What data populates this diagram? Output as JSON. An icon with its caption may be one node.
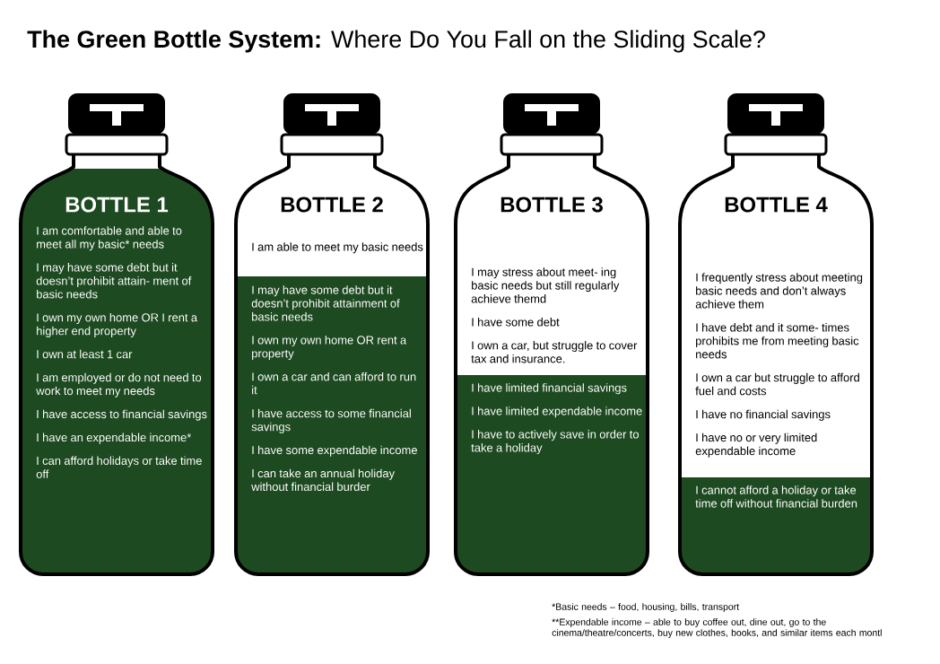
{
  "diagram": {
    "title": "**The Green Bottle System:** Where Do You Fall on the Sliding Scale?",
    "nodes": [
      {
        "text": [
          "BOTTLE 1",
          "I am comfortable and able to meet all my basic* needs",
          "I may have some debt but it doesn’t prohibit attain- ment of basic needs",
          "I own my own home OR I rent a higher end property",
          "I own at least 1 car",
          "I am employed or do not need to work to meet my needs",
          "I have access to financial savings",
          "I have an expendable income*",
          "I can afford holidays or take time off"
        ]
      },
      {
        "text": [
          "BOTTLE 2",
          "I am able to meet my basic needs",
          "I may have some debt but it doesn’t prohibit attainment of basic needs",
          "I own my own home OR rent a property",
          "I own a car and can afford to run it",
          "I have access to some financial savings",
          "I have some expendable income",
          "I can take an annual holiday without financial burder"
        ]
      },
      {
        "text": [
          "BOTTLE 3",
          "I may stress about meet- ing basic needs but still regularly achieve themd",
          "I have some debt",
          "I own a car, but struggle to cover tax and insurance.",
          "I have limited financial savings",
          "I have limited expendable income",
          "I have to actively save in order to take a holiday"
        ]
      },
      {
        "text": [
          "BOTTLE 4",
          "I frequently stress about meeting basic needs and don’t always achieve them",
          "I have debt and it some- times prohibits me from meeting basic needs",
          "I own a car but struggle to afford fuel and costs",
          "I have no financial savings",
          "I have no or very limited expendable income",
          "I cannot afford a holiday or take time off without financial burden"
        ]
      }
    ],
    "labels": [
      "*Basic needs – food, housing, bills, transport",
      "**Expendable income – able to buy coffee out, dine out, go to the cinema/theatre/concerts, buy new clothes, books, and similar items each montl"
    ]
  }
}
